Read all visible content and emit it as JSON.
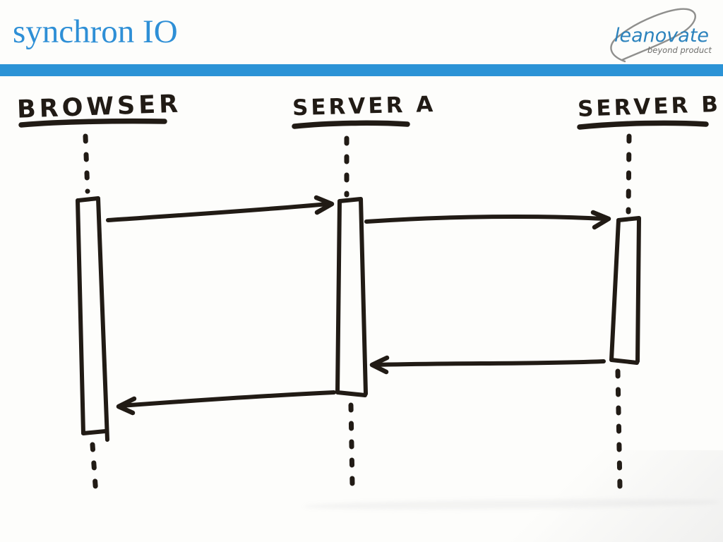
{
  "slide": {
    "title": "synchron IO",
    "title_color": "#2e8fd6",
    "accent_bar_color": "#2b93d6",
    "paper_color": "#fdfdfb",
    "ink_color": "#211b15"
  },
  "logo": {
    "wordmark": "leanovate",
    "tagline": "beyond product",
    "wordmark_color": "#2c83bd",
    "tagline_color": "#6e6e6c",
    "swoosh_color": "#8f8f8d"
  },
  "diagram": {
    "type": "hand-drawn-sequence-diagram",
    "participants": [
      {
        "id": "browser",
        "label": "BROWSER"
      },
      {
        "id": "server-a",
        "label": "SERVER A"
      },
      {
        "id": "server-b",
        "label": "SERVER B"
      }
    ],
    "messages": [
      {
        "from": "browser",
        "to": "server-a",
        "direction": "right"
      },
      {
        "from": "server-a",
        "to": "server-b",
        "direction": "right"
      },
      {
        "from": "server-b",
        "to": "server-a",
        "direction": "left"
      },
      {
        "from": "server-a",
        "to": "browser",
        "direction": "left"
      }
    ]
  }
}
